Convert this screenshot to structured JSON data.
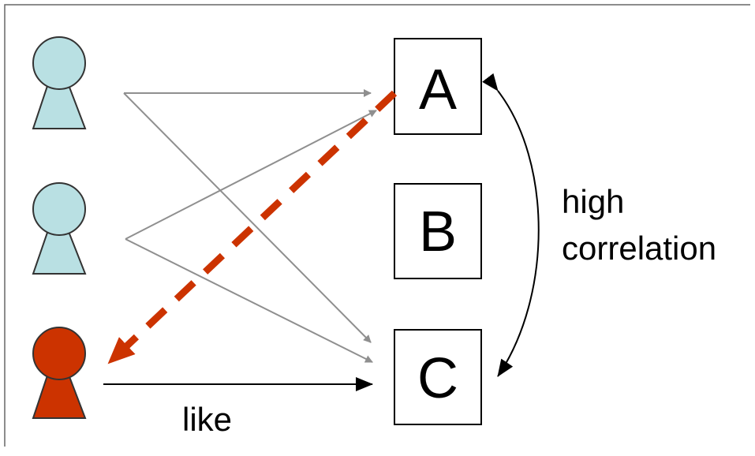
{
  "diagram": {
    "items": [
      {
        "id": "A",
        "label": "A"
      },
      {
        "id": "B",
        "label": "B"
      },
      {
        "id": "C",
        "label": "C"
      }
    ],
    "users": [
      {
        "role": "existing-user-1",
        "color": "#b9e0e3"
      },
      {
        "role": "existing-user-2",
        "color": "#b9e0e3"
      },
      {
        "role": "target-user",
        "color": "#cc3300"
      }
    ],
    "relations": {
      "correlation_label_line1": "high",
      "correlation_label_line2": "correlation",
      "like_label": "like"
    },
    "colors": {
      "grey_arrow": "#8f8f8f",
      "recommendation_arrow": "#cc3300",
      "black": "#000000",
      "border": "#666666"
    }
  }
}
